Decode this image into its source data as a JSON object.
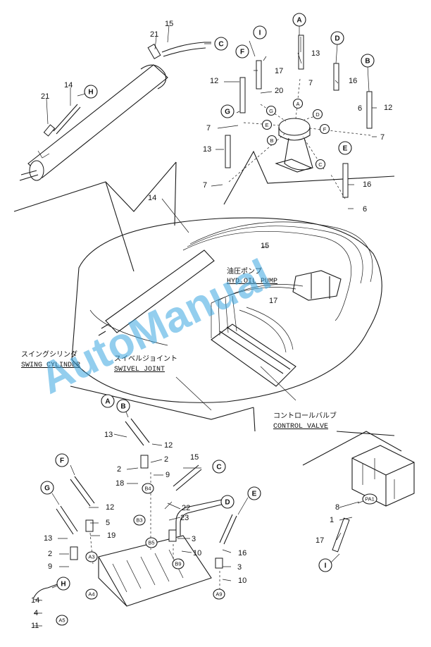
{
  "watermark": "AutoManual",
  "labels": {
    "swing_cylinder_jp": "スイングシリンダ",
    "swing_cylinder_en": "SWING CYLINDER",
    "swivel_joint_jp": "スイベルジョイント",
    "swivel_joint_en": "SWIVEL JOINT",
    "hyd_oil_pump_jp": "油圧ポンプ",
    "hyd_oil_pump_en": "HYD.OIL PUMP",
    "control_valve_jp": "コントロールバルブ",
    "control_valve_en": "CONTROL VALVE"
  },
  "part_numbers": [
    "21",
    "15",
    "14",
    "21",
    "13",
    "17",
    "16",
    "12",
    "20",
    "7",
    "6",
    "12",
    "7",
    "7",
    "13",
    "7",
    "16",
    "6",
    "14",
    "15",
    "17",
    "13",
    "12",
    "2",
    "2",
    "18",
    "9",
    "15",
    "22",
    "23",
    "12",
    "5",
    "19",
    "13",
    "2",
    "9",
    "3",
    "10",
    "16",
    "3",
    "10",
    "14",
    "4",
    "11",
    "8",
    "1",
    "17"
  ],
  "circle_letters": [
    "C",
    "H",
    "A",
    "D",
    "I",
    "F",
    "B",
    "G",
    "E",
    "A",
    "B",
    "F",
    "C",
    "G",
    "D",
    "E",
    "H",
    "I"
  ],
  "small_letters": [
    "A",
    "D",
    "G",
    "E",
    "F",
    "B",
    "C"
  ],
  "port_tags": [
    "B4",
    "B3",
    "B5",
    "A3",
    "B9",
    "A4",
    "A9",
    "A5",
    "PA1"
  ],
  "colors": {
    "line": "#1a1a1a",
    "background": "#ffffff",
    "watermark": "#3aa6e0"
  }
}
